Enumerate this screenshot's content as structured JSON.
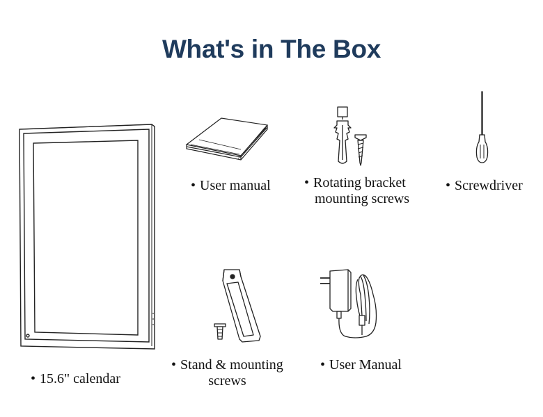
{
  "title": "What's in The Box",
  "items": [
    {
      "icon": "calendar-display-icon",
      "lines": [
        "15.6\" calendar"
      ]
    },
    {
      "icon": "manual-booklet-icon",
      "lines": [
        "User manual"
      ]
    },
    {
      "icon": "bracket-screws-icon",
      "lines": [
        "Rotating bracket",
        "mounting screws"
      ]
    },
    {
      "icon": "screwdriver-icon",
      "lines": [
        "Screwdriver"
      ]
    },
    {
      "icon": "stand-icon",
      "lines": [
        "Stand & mounting",
        "screws"
      ]
    },
    {
      "icon": "power-adapter-icon",
      "lines": [
        "User Manual"
      ]
    }
  ]
}
